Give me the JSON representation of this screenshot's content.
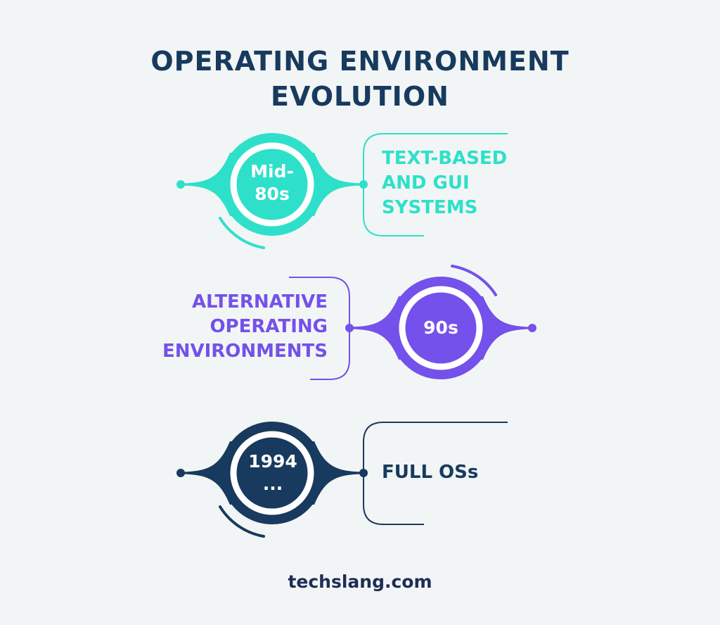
{
  "title": [
    "OPERATING ENVIRONMENT",
    "EVOLUTION"
  ],
  "colors": {
    "teal": "#2ee0c9",
    "purple": "#7451ea",
    "navy": "#173a5e",
    "background": "#f2f5f5"
  },
  "milestones": [
    {
      "period": [
        "Mid-",
        "80s"
      ],
      "label": [
        "TEXT-BASED",
        "AND GUI",
        "SYSTEMS"
      ]
    },
    {
      "period": [
        "90s"
      ],
      "label": [
        "ALTERNATIVE",
        "OPERATING",
        "ENVIRONMENTS"
      ]
    },
    {
      "period": [
        "1994",
        "..."
      ],
      "label": [
        "FULL OSs"
      ]
    }
  ],
  "footer": "techslang.com"
}
